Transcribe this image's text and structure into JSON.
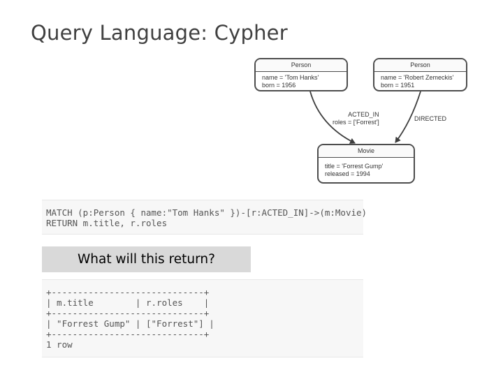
{
  "title": "Query Language: Cypher",
  "graph": {
    "nodes": {
      "tom": {
        "label": "Person",
        "props": [
          "name = 'Tom Hanks'",
          "born = 1956"
        ]
      },
      "robert": {
        "label": "Person",
        "props": [
          "name = 'Robert Zemeckis'",
          "born = 1951"
        ]
      },
      "movie": {
        "label": "Movie",
        "props": [
          "title = 'Forrest Gump'",
          "released = 1994"
        ]
      }
    },
    "edges": {
      "acted_in": {
        "type": "ACTED_IN",
        "props": "roles = ['Forrest']"
      },
      "directed": {
        "type": "DIRECTED"
      }
    }
  },
  "query": {
    "lines": [
      "MATCH (p:Person { name:\"Tom Hanks\" })-[r:ACTED_IN]->(m:Movie)",
      "RETURN m.title, r.roles"
    ]
  },
  "question": "What will this return?",
  "result": {
    "lines": [
      "+-----------------------------+",
      "| m.title        | r.roles    |",
      "+-----------------------------+",
      "| \"Forrest Gump\" | [\"Forrest\"] |",
      "+-----------------------------+",
      "1 row"
    ]
  }
}
